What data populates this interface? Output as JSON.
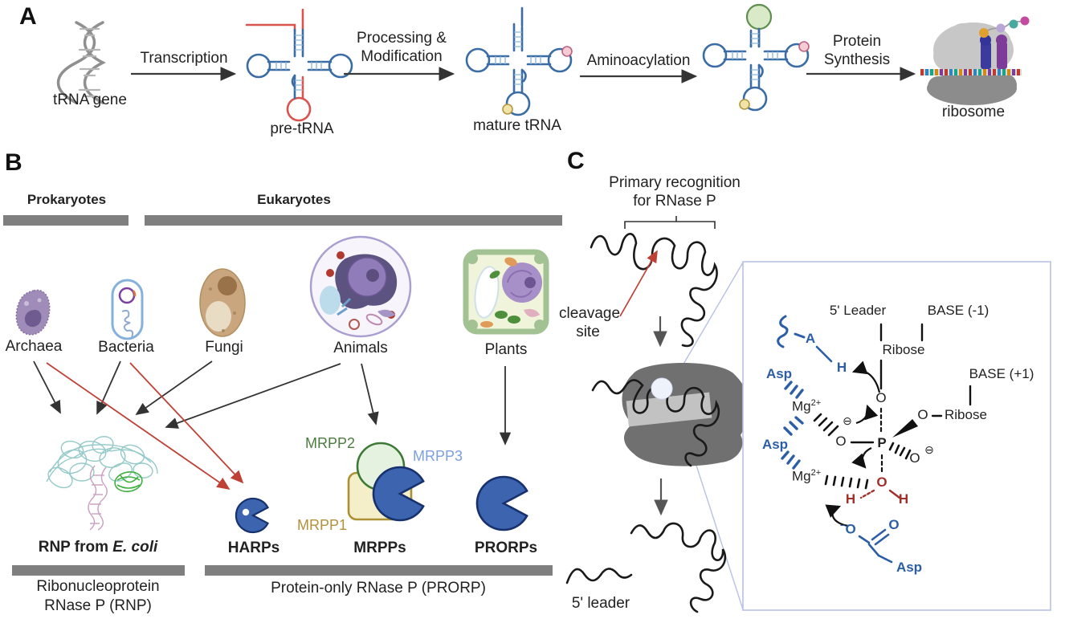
{
  "colors": {
    "gray_bar": "#7f7f7f",
    "pacman_blue": "#3d64ae",
    "pacman_outline": "#16316e",
    "red_arrow": "#bf4136",
    "chem_blue": "#2b5ea7",
    "chem_red": "#a03028",
    "zoom_box_border": "#b6c2e4",
    "rna_blue": "#3a6ca5",
    "rna_red": "#d9534f",
    "mrpp2_green": "#4c7d3f",
    "mrpp3_blue": "#7b9fe0",
    "mrpp1_tan": "#b3913c"
  },
  "panelA": {
    "label": "A",
    "trna_gene": "tRNA gene",
    "transcription": "Transcription",
    "pre_trna": "pre-tRNA",
    "processing_1": "Processing &",
    "processing_2": "Modification",
    "mature_trna": "mature tRNA",
    "aminoacylation": "Aminoacylation",
    "protein_1": "Protein",
    "protein_2": "Synthesis",
    "ribosome": "ribosome"
  },
  "panelB": {
    "label": "B",
    "prokaryotes": "Prokaryotes",
    "eukaryotes": "Eukaryotes",
    "organisms": [
      "Archaea",
      "Bacteria",
      "Fungi",
      "Animals",
      "Plants"
    ],
    "mrpp2": "MRPP2",
    "mrpp3": "MRPP3",
    "mrpp1": "MRPP1",
    "rnp_caption_prefix": "RNP from ",
    "rnp_caption_species": "E. coli",
    "harps": "HARPs",
    "mrpps": "MRPPs",
    "prorps": "PRORPs",
    "rnp_subtitle_1": "Ribonucleoprotein",
    "rnp_subtitle_2": "RNase P (RNP)",
    "prorp_subtitle": "Protein-only RNase P (PRORP)"
  },
  "panelC": {
    "label": "C",
    "recognition_1": "Primary recognition",
    "recognition_2": "for RNase P",
    "cleavage_1": "cleavage",
    "cleavage_2": "site",
    "leader_label": "5' leader",
    "mech": {
      "leader": "5' Leader",
      "base_m1": "BASE (-1)",
      "base_p1": "BASE (+1)",
      "ribose": "Ribose",
      "o": "O",
      "p": "P",
      "h": "H",
      "a": "A",
      "asp": "Asp",
      "mg": "Mg",
      "mg_sup": "2+",
      "minus": "⊖",
      "neg": "−"
    }
  }
}
